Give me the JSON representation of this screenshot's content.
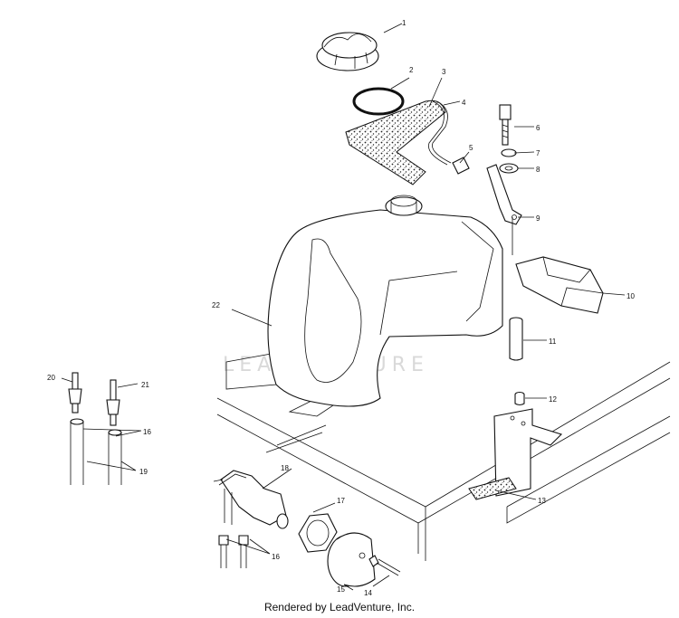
{
  "watermark": "LEADVENTURE",
  "footer": "Rendered by LeadVenture, Inc.",
  "callouts": [
    "1",
    "2",
    "3",
    "4",
    "5",
    "6",
    "7",
    "8",
    "9",
    "10",
    "11",
    "12",
    "13",
    "14",
    "15",
    "16",
    "17",
    "18",
    "19",
    "20",
    "21",
    "22",
    "16"
  ],
  "colors": {
    "ink": "#111111",
    "watermark": "#d9d9d9",
    "background": "#ffffff"
  }
}
